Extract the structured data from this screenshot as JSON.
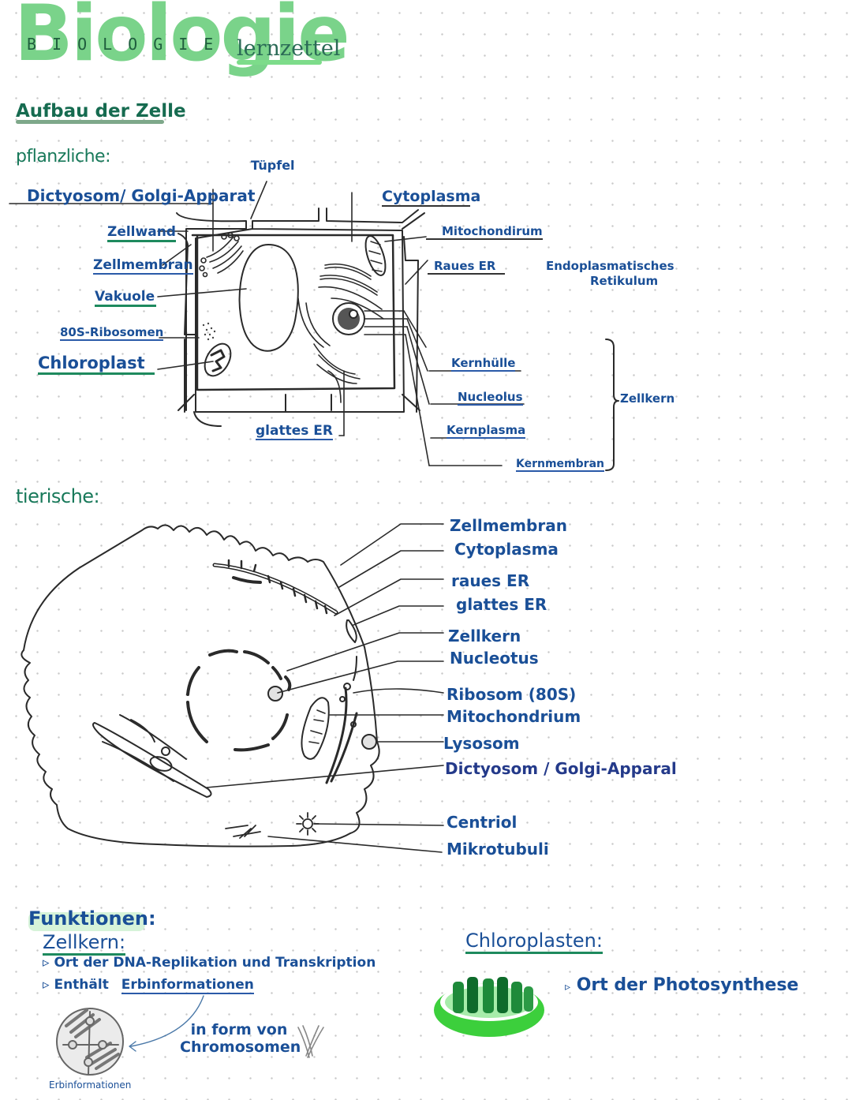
{
  "header": {
    "title": "Biologie",
    "title_letters": "BIOLOGIE",
    "subtitle": "lernzettel",
    "section": "Aufbau der Zelle"
  },
  "colors": {
    "title_green": "#7ad38a",
    "heading_green": "#18795a",
    "label_blue": "#1a4f97",
    "chloroplast_green": "#3ccf3c"
  },
  "plant_cell": {
    "heading": "pflanzliche:",
    "labels": {
      "tuepfel": "Tüpfel",
      "dictyosom": "Dictyosom/ Golgi-Apparat",
      "zellwand": "Zellwand",
      "zellmembran": "Zellmembran",
      "vakuole": "Vakuole",
      "ribosomen": "80S-Ribosomen",
      "chloroplast": "Chloroplast",
      "glattes_er": "glattes ER",
      "cytoplasma": "Cytoplasma",
      "mitochondrium": "Mitochondirum",
      "raues_er": "Raues ER",
      "er_full_1": "Endoplasmatisches",
      "er_full_2": "Retikulum",
      "kernhuelle": "Kernhülle",
      "nucleolus": "Nucleolus",
      "kernplasma": "Kernplasma",
      "kernmembran": "Kernmembran",
      "zellkern_group": "Zellkern"
    }
  },
  "animal_cell": {
    "heading": "tierische:",
    "labels": [
      "Zellmembran",
      "Cytoplasma",
      "raues ER",
      "glattes ER",
      "Zellkern",
      "Nucleotus",
      "Ribosom (80S)",
      "Mitochondrium",
      "Lysosom",
      "Dictyosom / Golgi-Apparal",
      "Centriol",
      "Mikrotubuli"
    ]
  },
  "functions": {
    "heading": "Funktionen:",
    "zellkern": {
      "heading": "Zellkern:",
      "bullets": [
        "Ort der DNA-Replikation und Transkription",
        "Enthält"
      ],
      "bullet2_link": "Erbinformationen",
      "note": "in form von Chromosomen",
      "dna_caption": "Erbinformationen"
    },
    "chloroplasten": {
      "heading": "Chloroplasten:",
      "bullet": "Ort der Photosynthese"
    },
    "bullet_marker": "▹"
  }
}
